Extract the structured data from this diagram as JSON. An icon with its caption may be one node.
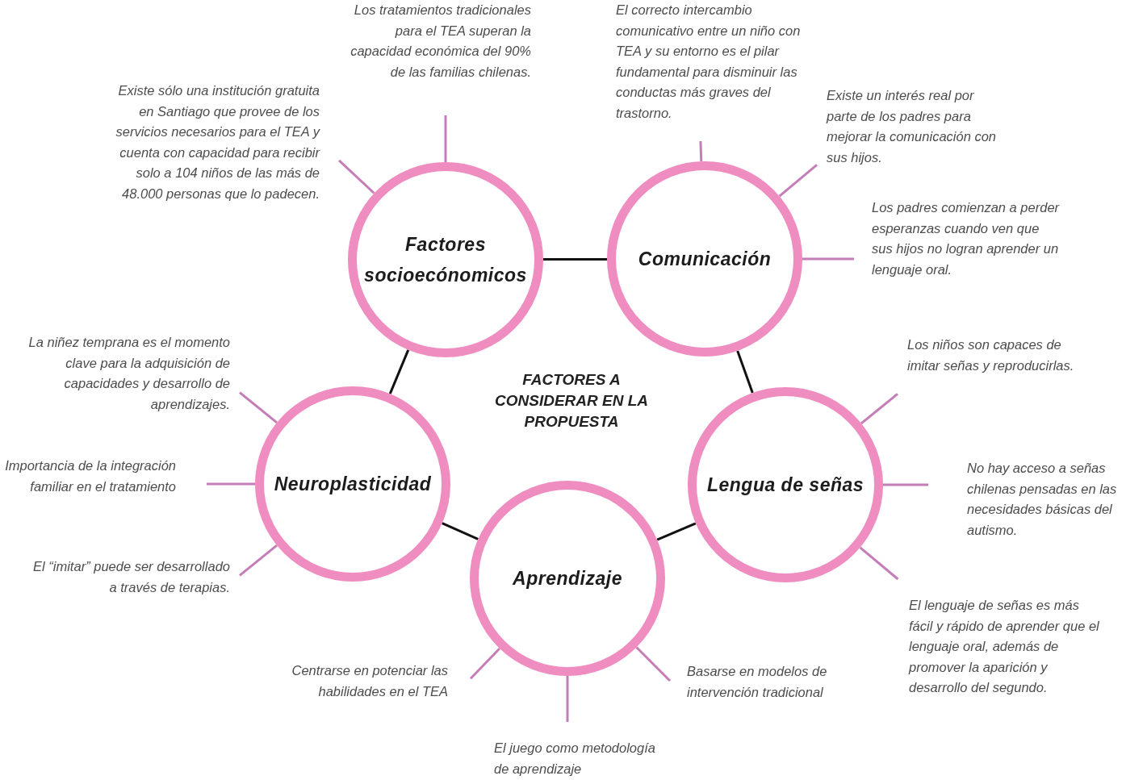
{
  "diagram": {
    "title": "FACTORES A CONSIDERAR EN LA PROPUESTA",
    "nodes": [
      {
        "text": [
          "Factores socioecónomicos"
        ]
      },
      {
        "text": [
          "Comunicación"
        ]
      },
      {
        "text": [
          "Lengua de señas"
        ]
      },
      {
        "text": [
          "Aprendizaje"
        ]
      },
      {
        "text": [
          "Neuroplasticidad"
        ]
      },
      {
        "text": [
          "Existe sólo una institución gratuita en Santiago que provee de los servicios necesarios para el TEA y cuenta con capacidad para recibir solo a 104 niños de las más de 48.000 personas que lo padecen."
        ]
      },
      {
        "text": [
          "Los tratamientos tradicionales para el TEA superan la capacidad económica del 90% de las familias chilenas."
        ]
      },
      {
        "text": [
          "El correcto intercambio comunicativo entre un niño con TEA y su entorno es el pilar fundamental para disminuir las conductas más graves del trastorno."
        ]
      },
      {
        "text": [
          "Existe un interés real por parte de los padres para mejorar la comunicación con sus hijos."
        ]
      },
      {
        "text": [
          "Los padres comienzan a perder esperanzas cuando ven que sus hijos no logran aprender un lenguaje oral."
        ]
      },
      {
        "text": [
          "Los niños son capaces de imitar señas y reproducirlas."
        ]
      },
      {
        "text": [
          "No hay acceso a señas chilenas pensadas en las necesidades básicas del autismo."
        ]
      },
      {
        "text": [
          "El lenguaje de señas es más fácil y rápido de aprender que el lenguaje oral, además de promover la aparición y desarrollo del segundo."
        ]
      },
      {
        "text": [
          "Basarse en modelos de intervención tradicional"
        ]
      },
      {
        "text": [
          "El juego como metodología de aprendizaje"
        ]
      },
      {
        "text": [
          "Centrarse en potenciar las habilidades en el TEA"
        ]
      },
      {
        "text": [
          "El “imitar” puede ser desarrollado a través de terapias."
        ]
      },
      {
        "text": [
          "Importancia de la integración familiar en el tratamiento"
        ]
      },
      {
        "text": [
          "La niñez temprana es el momento clave para la adquisición de capacidades y desarrollo de aprendizajes."
        ]
      }
    ],
    "edges": [
      {
        "from": 0,
        "to": 1,
        "arrow": "none",
        "color": "#111111"
      },
      {
        "from": 1,
        "to": 2,
        "arrow": "none",
        "color": "#111111"
      },
      {
        "from": 2,
        "to": 3,
        "arrow": "none",
        "color": "#111111"
      },
      {
        "from": 3,
        "to": 4,
        "arrow": "none",
        "color": "#111111"
      },
      {
        "from": 4,
        "to": 0,
        "arrow": "none",
        "color": "#111111"
      },
      {
        "from": 0,
        "to": 5,
        "arrow": "none"
      },
      {
        "from": 0,
        "to": 6,
        "arrow": "none"
      },
      {
        "from": 1,
        "to": 7,
        "arrow": "none"
      },
      {
        "from": 1,
        "to": 8,
        "arrow": "none"
      },
      {
        "from": 1,
        "to": 9,
        "arrow": "none"
      },
      {
        "from": 2,
        "to": 10,
        "arrow": "none"
      },
      {
        "from": 2,
        "to": 11,
        "arrow": "none"
      },
      {
        "from": 2,
        "to": 12,
        "arrow": "none"
      },
      {
        "from": 3,
        "to": 13,
        "arrow": "none"
      },
      {
        "from": 3,
        "to": 14,
        "arrow": "none"
      },
      {
        "from": 3,
        "to": 15,
        "arrow": "none"
      },
      {
        "from": 4,
        "to": 16,
        "arrow": "none"
      },
      {
        "from": 4,
        "to": 17,
        "arrow": "none"
      },
      {
        "from": 4,
        "to": 18,
        "arrow": "none"
      }
    ]
  }
}
